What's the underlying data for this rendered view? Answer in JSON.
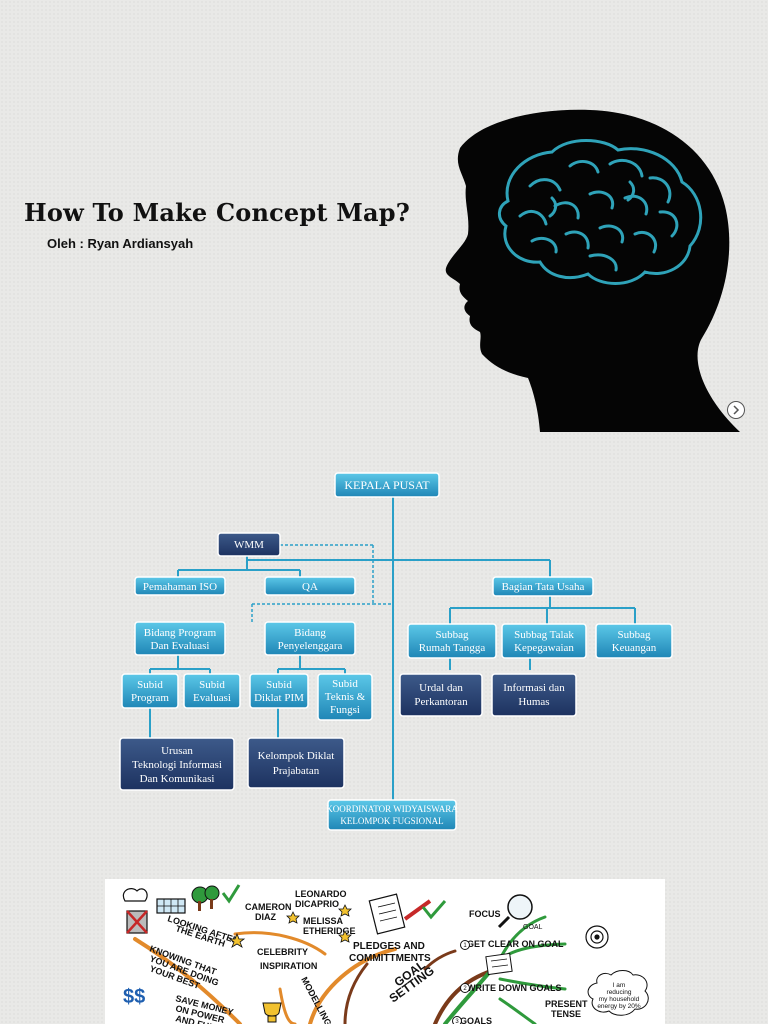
{
  "slide1": {
    "title": "How To Make Concept Map?",
    "author": "Oleh : Ryan Ardiansyah",
    "brain_color": "#2fa3b9",
    "next_icon": "chevron-right-icon"
  },
  "orgchart": {
    "top": "KEPALA PUSAT",
    "wmm": "WMM",
    "pemahaman": "Pemahaman ISO",
    "qa": "QA",
    "bagian": "Bagian Tata Usaha",
    "bidang_program": [
      "Bidang Program",
      "Dan Evaluasi"
    ],
    "bidang_penyelenggara": [
      "Bidang",
      "Penyelenggara"
    ],
    "subbag_rumah": [
      "Subbag",
      "Rumah Tangga"
    ],
    "subbag_talak": [
      "Subbag Talak",
      "Kepegawaian"
    ],
    "subbag_keuangan": [
      "Subbag",
      "Keuangan"
    ],
    "subid_program": [
      "Subid",
      "Program"
    ],
    "subid_evaluasi": [
      "Subid",
      "Evaluasi"
    ],
    "subid_diklat": [
      "Subid",
      "Diklat PIM"
    ],
    "subid_teknis": [
      "Subid",
      "Teknis &",
      "Fungsi"
    ],
    "urdal": [
      "Urdal dan",
      "Perkantoran"
    ],
    "informasi": [
      "Informasi dan",
      "Humas"
    ],
    "urusan": [
      "Urusan",
      "Teknologi Informasi",
      "Dan Komunikasi"
    ],
    "kelompok": [
      "Kelompok Diklat",
      "Prajabatan"
    ],
    "koordinator": [
      "KOORDINATOR WIDYAISWARA",
      "KELOMPOK FUGSIONAL"
    ]
  },
  "mindmap": {
    "looking": [
      "LOOKING AFTER",
      "THE EARTH"
    ],
    "knowing": [
      "KNOWING THAT",
      "YOU ARE DOING",
      "YOUR BEST"
    ],
    "save": [
      "SAVE MONEY",
      "ON POWER",
      "AND FUEL"
    ],
    "cameron": [
      "CAMERON",
      "DIAZ"
    ],
    "leonardo": [
      "LEONARDO",
      "DICAPRIO"
    ],
    "melissa": [
      "MELISSA",
      "ETHERIDGE"
    ],
    "celebrity": [
      "CELEBRITY",
      "INSPIRATION"
    ],
    "modelling": "MODELLING",
    "pledges": [
      "PLEDGES AND",
      "COMMITTMENTS"
    ],
    "goal_setting": [
      "GOAL",
      "SETTING"
    ],
    "focus": "FOCUS",
    "goal": "GOAL",
    "step1": "GET CLEAR ON GOAL",
    "step2": "WRITE DOWN GOALS",
    "step3": "GOALS",
    "present": [
      "PRESENT",
      "TENSE"
    ],
    "bubble": [
      "I am",
      "reducing",
      "my household",
      "energy by 20%"
    ],
    "dollar": "$$"
  }
}
